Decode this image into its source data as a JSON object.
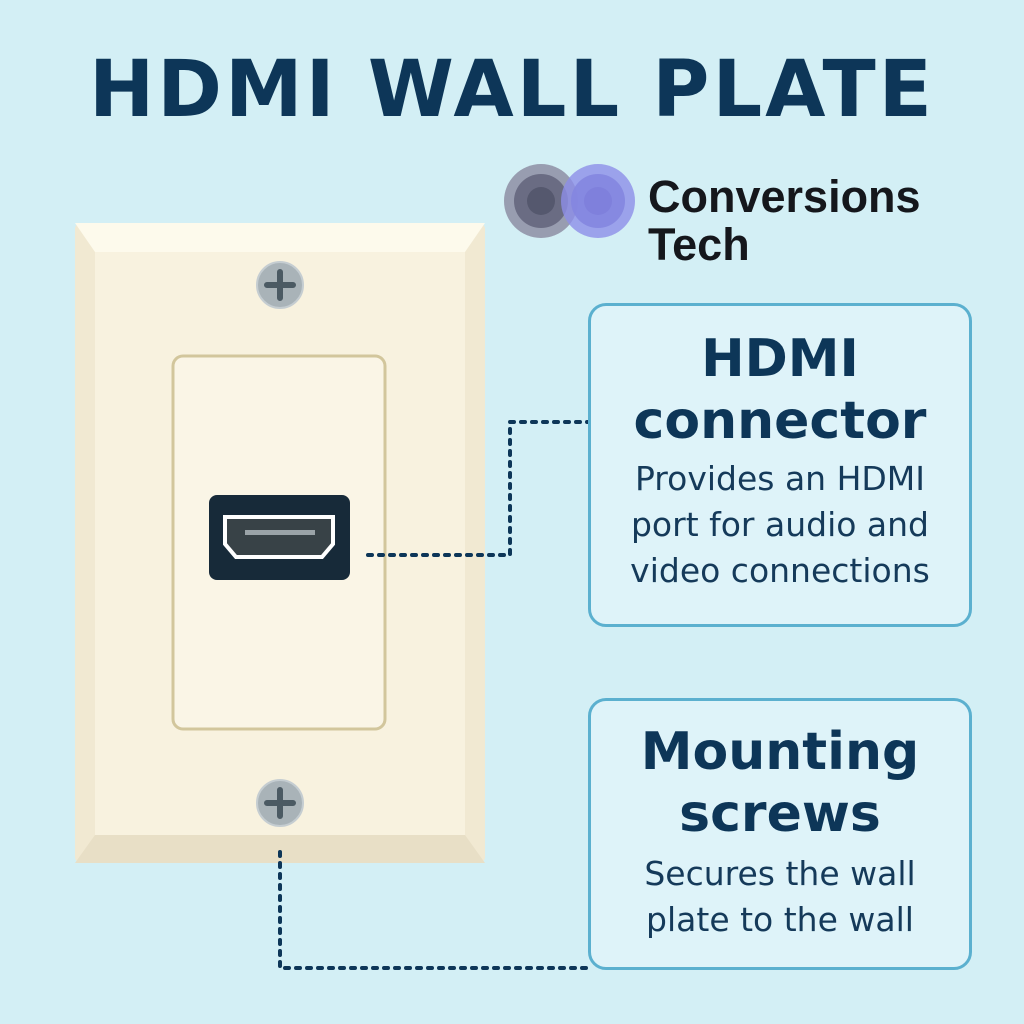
{
  "title": "HDMI WALL PLATE",
  "logo": {
    "line1": "Conversions",
    "line2": "Tech"
  },
  "callouts": [
    {
      "title_line1": "HDMI",
      "title_line2": "connector",
      "desc": [
        "Provides an HDMI",
        "port for audio and",
        "video connections"
      ]
    },
    {
      "title_line1": "Mounting",
      "title_line2": "screws",
      "desc": [
        "Secures the wall",
        "plate to the wall"
      ]
    }
  ],
  "colors": {
    "background": "#d3eff5",
    "title": "#0d3658",
    "plate": "#f8f2df",
    "box_border": "#5bb0cf"
  }
}
